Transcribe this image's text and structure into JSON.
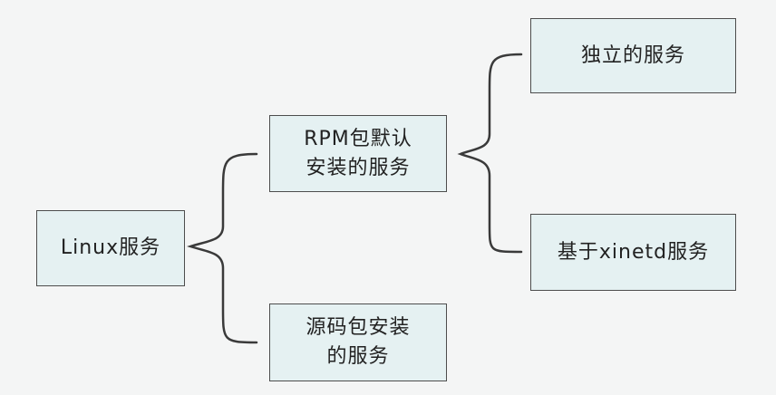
{
  "nodes": {
    "root": "Linux服务",
    "rpm_default": "RPM包默认\n安装的服务",
    "source_install": "源码包安装\n的服务",
    "standalone": "独立的服务",
    "xinetd": "基于xinetd服务"
  },
  "colors": {
    "node_fill": "#e5f1f2",
    "node_border": "#4d4d4d",
    "connector": "#3a3a3a",
    "background": "#f4f5f5"
  }
}
